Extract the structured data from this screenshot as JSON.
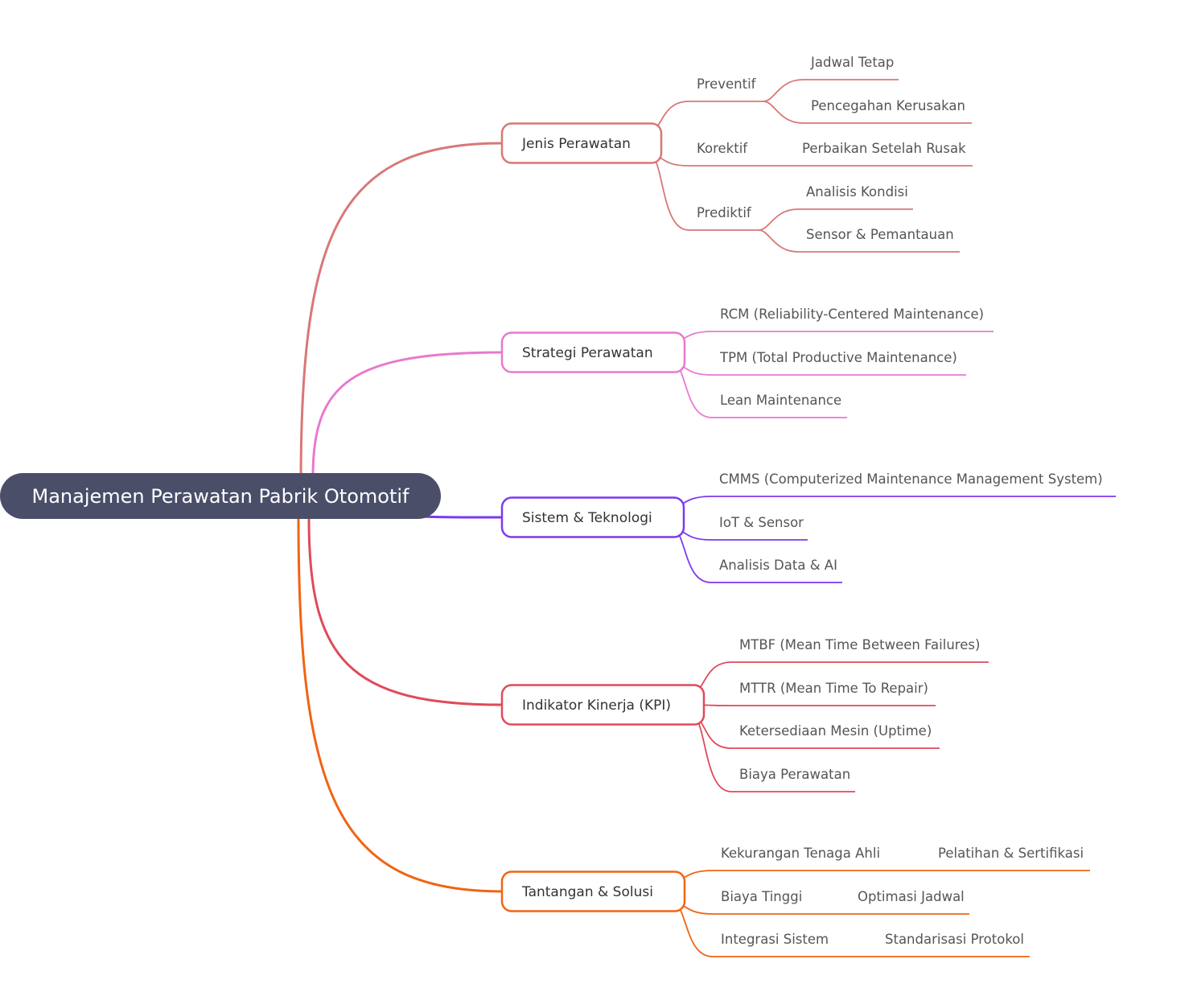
{
  "root": {
    "label": "Manajemen Perawatan Pabrik Otomotif",
    "color": "#4a4e69"
  },
  "branches": [
    {
      "label": "Jenis Perawatan",
      "color": "#d97777",
      "children": [
        {
          "label": "Preventif",
          "children": [
            {
              "label": "Jadwal Tetap"
            },
            {
              "label": "Pencegahan Kerusakan"
            }
          ]
        },
        {
          "label": "Korektif",
          "children": [
            {
              "label": "Perbaikan Setelah Rusak"
            }
          ]
        },
        {
          "label": "Prediktif",
          "children": [
            {
              "label": "Analisis Kondisi"
            },
            {
              "label": "Sensor & Pemantauan"
            }
          ]
        }
      ]
    },
    {
      "label": "Strategi Perawatan",
      "color": "#e879d0",
      "children": [
        {
          "label": "RCM (Reliability-Centered Maintenance)"
        },
        {
          "label": "TPM (Total Productive Maintenance)"
        },
        {
          "label": "Lean Maintenance"
        }
      ]
    },
    {
      "label": "Sistem & Teknologi",
      "color": "#7c3aed",
      "children": [
        {
          "label": "CMMS (Computerized Maintenance Management System)"
        },
        {
          "label": "IoT & Sensor"
        },
        {
          "label": "Analisis Data & AI"
        }
      ]
    },
    {
      "label": "Indikator Kinerja (KPI)",
      "color": "#e04a5a",
      "children": [
        {
          "label": "MTBF (Mean Time Between Failures)"
        },
        {
          "label": "MTTR (Mean Time To Repair)"
        },
        {
          "label": "Ketersediaan Mesin (Uptime)"
        },
        {
          "label": "Biaya Perawatan"
        }
      ]
    },
    {
      "label": "Tantangan & Solusi",
      "color": "#f06414",
      "children": [
        {
          "label": "Kekurangan Tenaga Ahli",
          "children": [
            {
              "label": "Pelatihan & Sertifikasi"
            }
          ]
        },
        {
          "label": "Biaya Tinggi",
          "children": [
            {
              "label": "Optimasi Jadwal"
            }
          ]
        },
        {
          "label": "Integrasi Sistem",
          "children": [
            {
              "label": "Standarisasi Protokol"
            }
          ]
        }
      ]
    }
  ]
}
